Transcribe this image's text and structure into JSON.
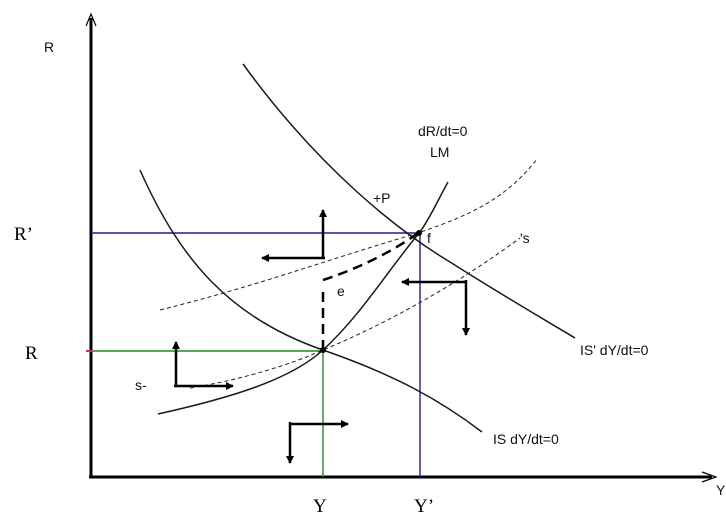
{
  "axes": {
    "y_label": "R",
    "x_label": "Y"
  },
  "ticks": {
    "r_prime": "R’",
    "r": "R",
    "y": "Y",
    "y_prime": "Y’"
  },
  "curves": {
    "lm_line1": "dR/dt=0",
    "lm_line2": "LM",
    "is_prime": "IS' dY/dt=0",
    "is": "IS  dY/dt=0",
    "saddle_right": "'s",
    "saddle_left": "s-"
  },
  "points": {
    "p": "+P",
    "f": "f",
    "e": "e"
  },
  "colors": {
    "axis": "#000000",
    "curve": "#1a1a1a",
    "guide_blue": "#1f1f8f",
    "guide_green": "#1e8a1e",
    "r_tick": "#c0306a"
  }
}
